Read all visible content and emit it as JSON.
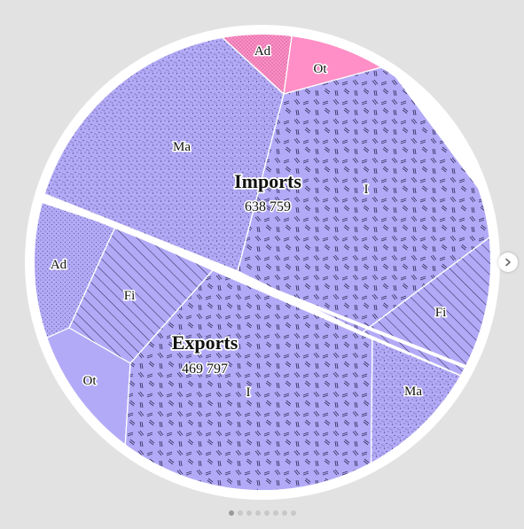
{
  "chart_data": {
    "type": "voronoi-treemap",
    "groups": [
      {
        "name": "Imports",
        "total": "638 759",
        "cells": [
          {
            "label": "I",
            "category": "I",
            "color": "#b3aaf7",
            "pattern": "dashes"
          },
          {
            "label": "Ma",
            "category": "Ma",
            "color": "#b3aaf7",
            "pattern": "dots"
          },
          {
            "label": "Fi",
            "category": "Fi",
            "color": "#b3aaf7",
            "pattern": "hatch"
          },
          {
            "label": "Ot",
            "category": "Ot",
            "color": "#ff8fc6",
            "pattern": "none"
          },
          {
            "label": "Ad",
            "category": "Ad",
            "color": "#ff8fc6",
            "pattern": "fine-dots"
          }
        ]
      },
      {
        "name": "Exports",
        "total": "469 797",
        "cells": [
          {
            "label": "I",
            "category": "I",
            "color": "#b3aaf7",
            "pattern": "dashes"
          },
          {
            "label": "Ma",
            "category": "Ma",
            "color": "#b3aaf7",
            "pattern": "dots"
          },
          {
            "label": "Fi",
            "category": "Fi",
            "color": "#b3aaf7",
            "pattern": "hatch"
          },
          {
            "label": "Ot",
            "category": "Ot",
            "color": "#b3aaf7",
            "pattern": "none"
          },
          {
            "label": "Ad",
            "category": "Ad",
            "color": "#b3aaf7",
            "pattern": "fine-dots"
          }
        ]
      }
    ],
    "colors": {
      "base": "#b3aaf7",
      "highlight": "#ff8fc6",
      "border": "#ffffff",
      "background": "#e2e2e2"
    }
  },
  "carousel": {
    "pages": 8,
    "current": 0,
    "next_icon": "chevron-right-icon"
  }
}
